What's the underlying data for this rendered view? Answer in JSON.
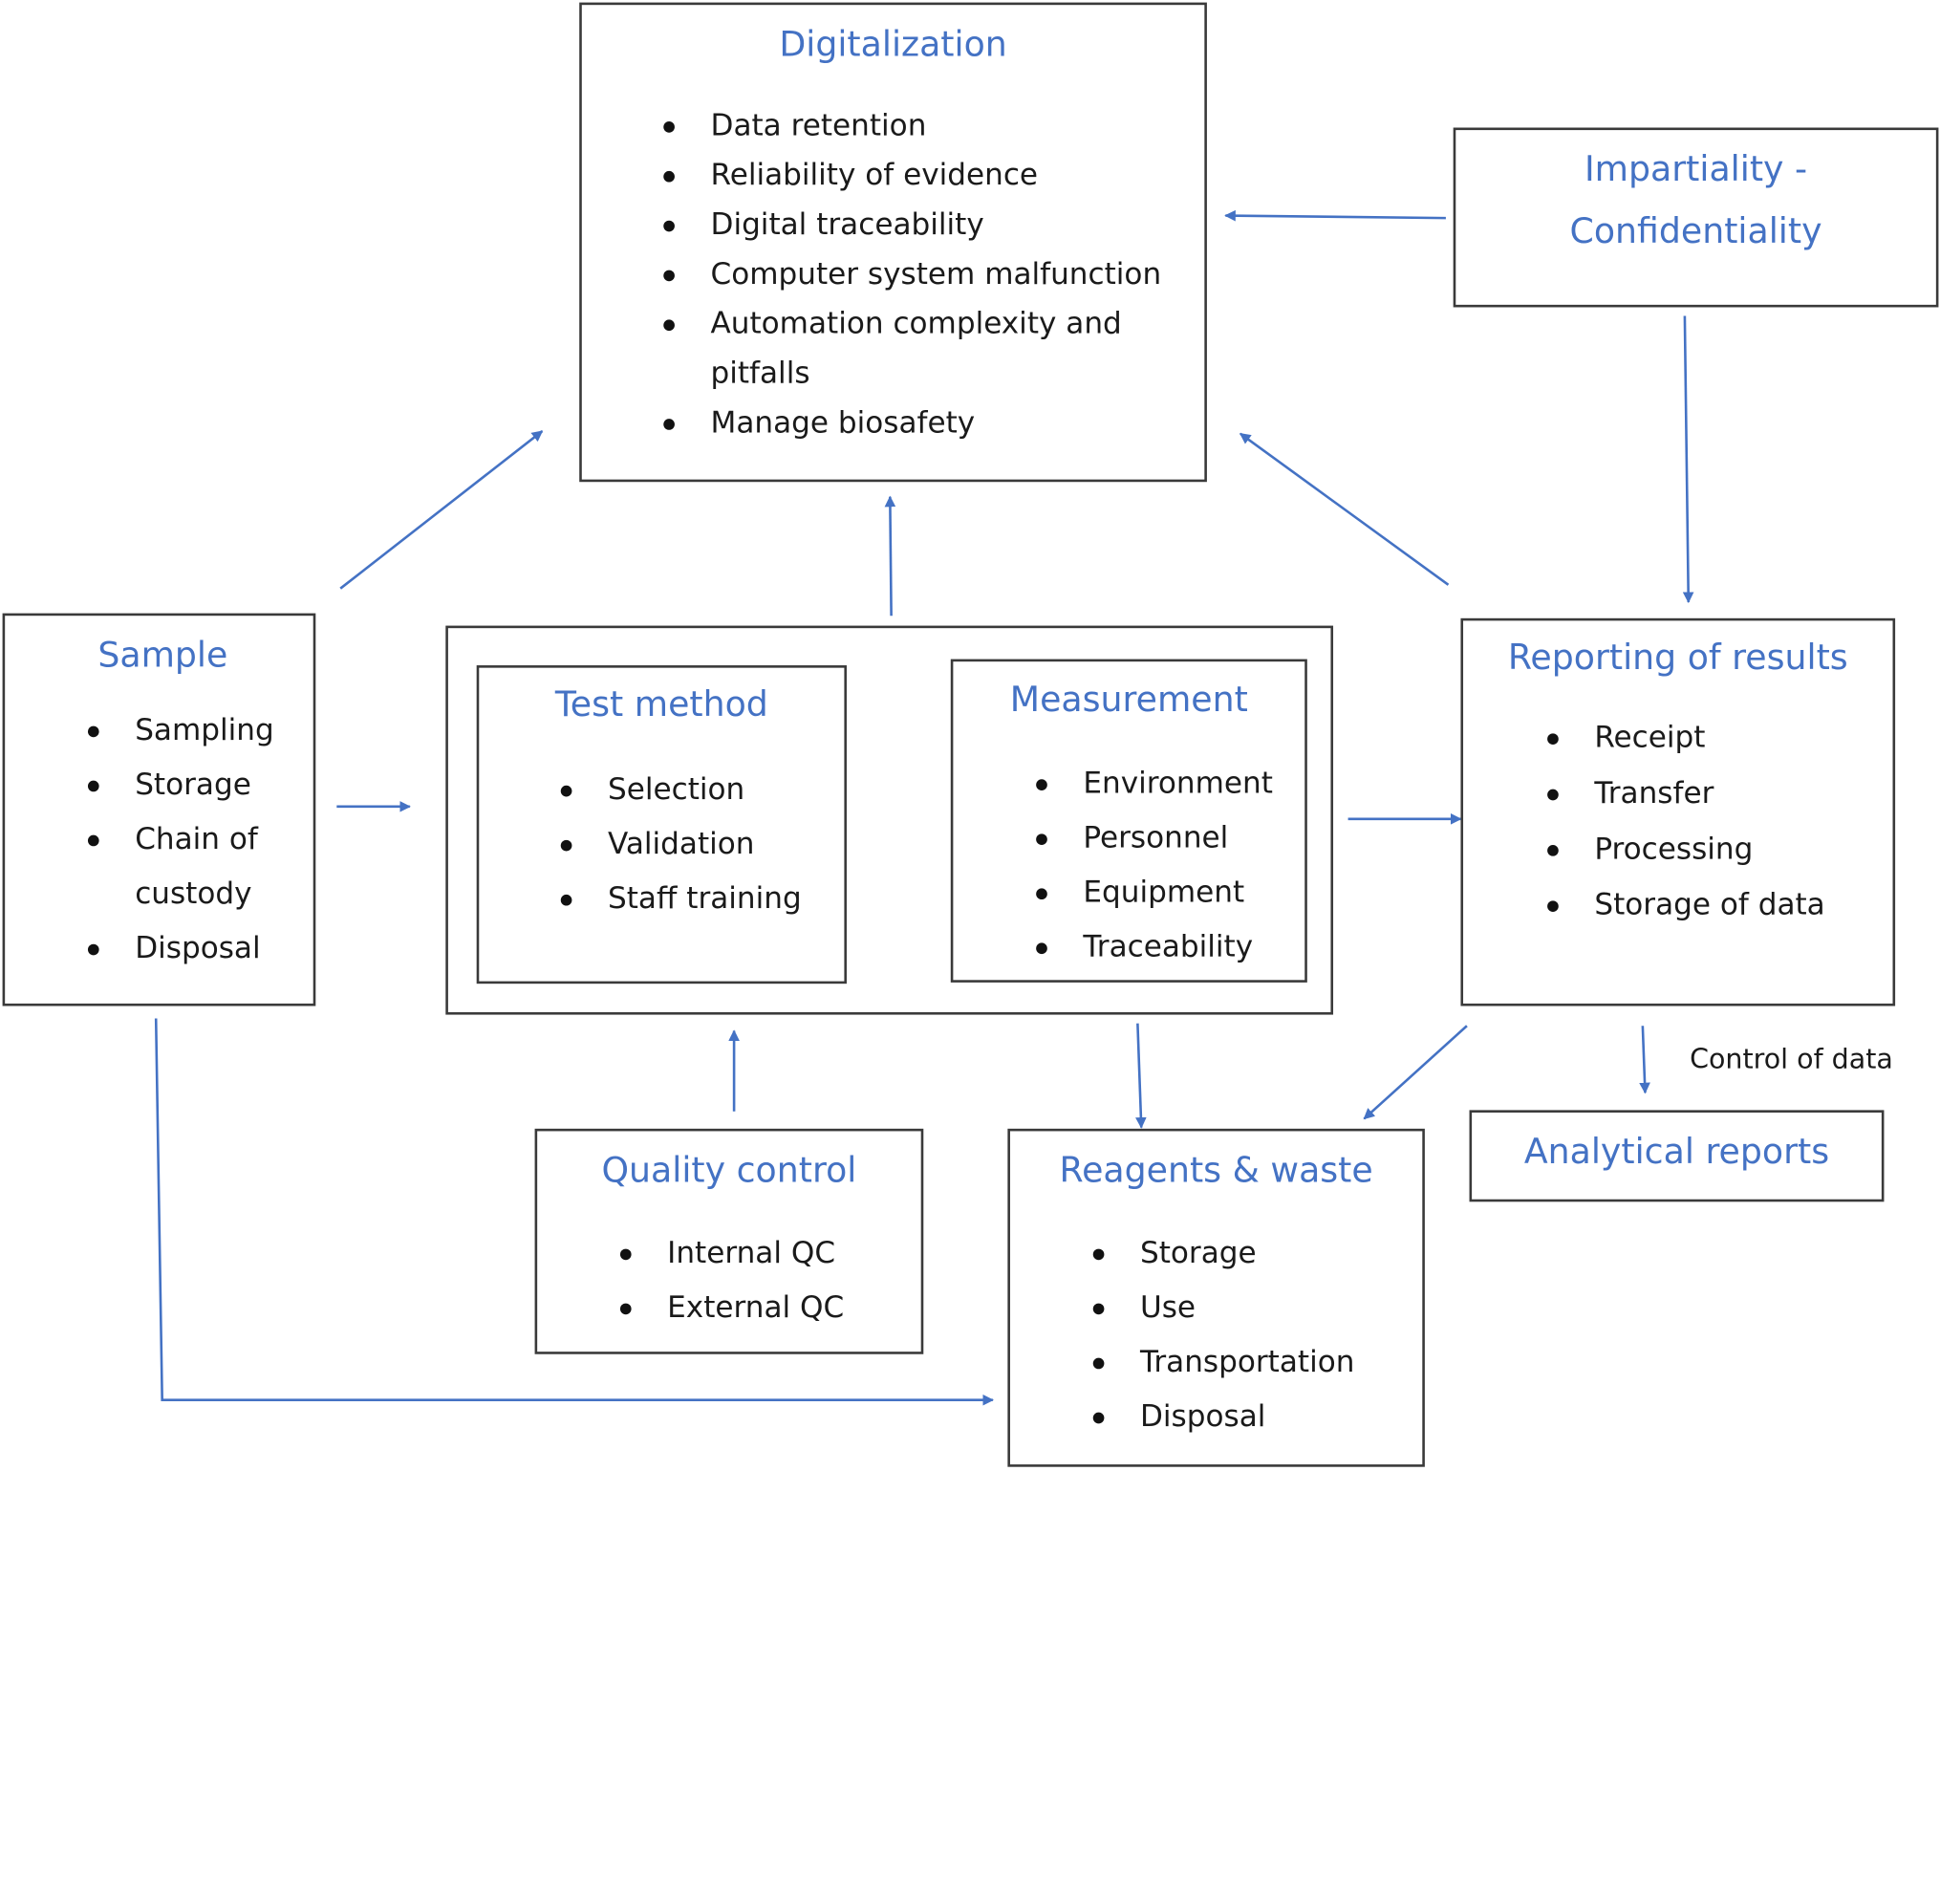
{
  "digitalization": {
    "title": "Digitalization",
    "items": [
      "Data retention",
      "Reliability of evidence",
      "Digital traceability",
      "Computer system malfunction",
      "Automation complexity and",
      "pitfalls",
      "Manage biosafety"
    ]
  },
  "impartiality": {
    "title_line1": "Impartiality -",
    "title_line2": "Confidentiality"
  },
  "sample": {
    "title": "Sample",
    "items": [
      "Sampling",
      "Storage",
      "Chain of",
      "custody",
      "Disposal"
    ]
  },
  "test_method": {
    "title": "Test method",
    "items": [
      "Selection",
      "Validation",
      "Staff training"
    ]
  },
  "measurement": {
    "title": "Measurement",
    "items": [
      "Environment",
      "Personnel",
      "Equipment",
      "Traceability"
    ]
  },
  "reporting": {
    "title": "Reporting of results",
    "items": [
      "Receipt",
      "Transfer",
      "Processing",
      "Storage of data"
    ]
  },
  "quality_control": {
    "title": "Quality control",
    "items": [
      "Internal QC",
      "External QC"
    ]
  },
  "reagents": {
    "title": "Reagents & waste",
    "items": [
      "Storage",
      "Use",
      "Transportation",
      "Disposal"
    ]
  },
  "analytical_reports": {
    "title": "Analytical reports"
  },
  "control_of_data": "Control of data",
  "colors": {
    "accent": "#4472c4",
    "border": "#3a3a3a",
    "text": "#1a1a1a"
  }
}
